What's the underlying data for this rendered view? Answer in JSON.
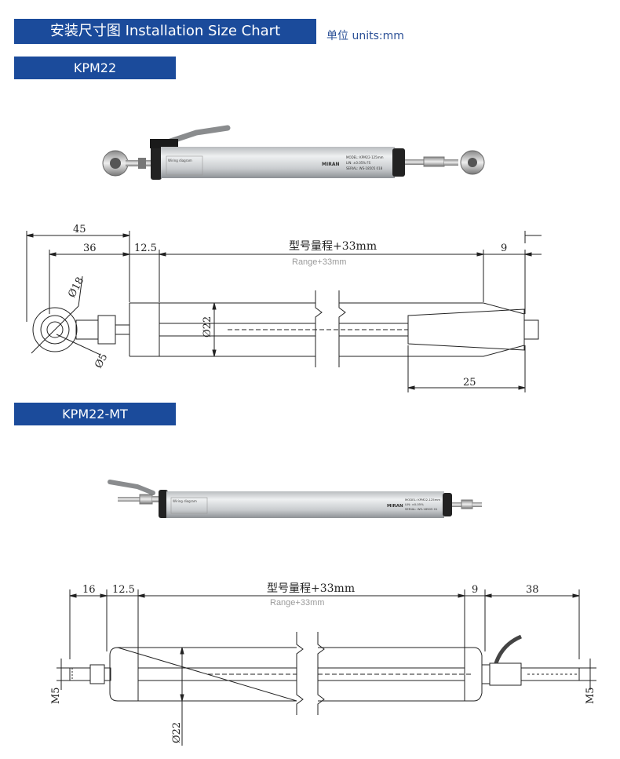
{
  "header": {
    "title": "安装尺寸图 Installation Size Chart",
    "units": "单位 units:mm"
  },
  "models": [
    {
      "name": "KPM22",
      "photo_label": {
        "brand": "MIRAN",
        "model": "MODEL: KPM22-125mm",
        "lin": "LIN: ±0.05% FS",
        "serial": "SERIAL: WS-18505 018",
        "wiring": "Wiring diagram"
      },
      "drawing": {
        "dim_45": "45",
        "dim_36": "36",
        "dim_12_5": "12.5",
        "dim_range": "型号量程+33mm",
        "dim_range_en": "Range+33mm",
        "dim_9": "9",
        "dim_phi18": "Ø18",
        "dim_phi22": "Ø22",
        "dim_phi5": "Ø5",
        "dim_25": "25"
      }
    },
    {
      "name": "KPM22-MT",
      "photo_label": {
        "brand": "MIRAN",
        "model": "MODEL: KPM22-125mm",
        "lin": "LIN: ±0.05%",
        "serial": "SERIAL: WS-18505 01",
        "wiring": "Wiring diagram"
      },
      "drawing": {
        "dim_16": "16",
        "dim_12_5": "12.5",
        "dim_range": "型号量程+33mm",
        "dim_range_en": "Range+33mm",
        "dim_9": "9",
        "dim_38": "38",
        "dim_m5_left": "M5",
        "dim_m5_right": "M5",
        "dim_phi22": "Ø22"
      }
    }
  ]
}
